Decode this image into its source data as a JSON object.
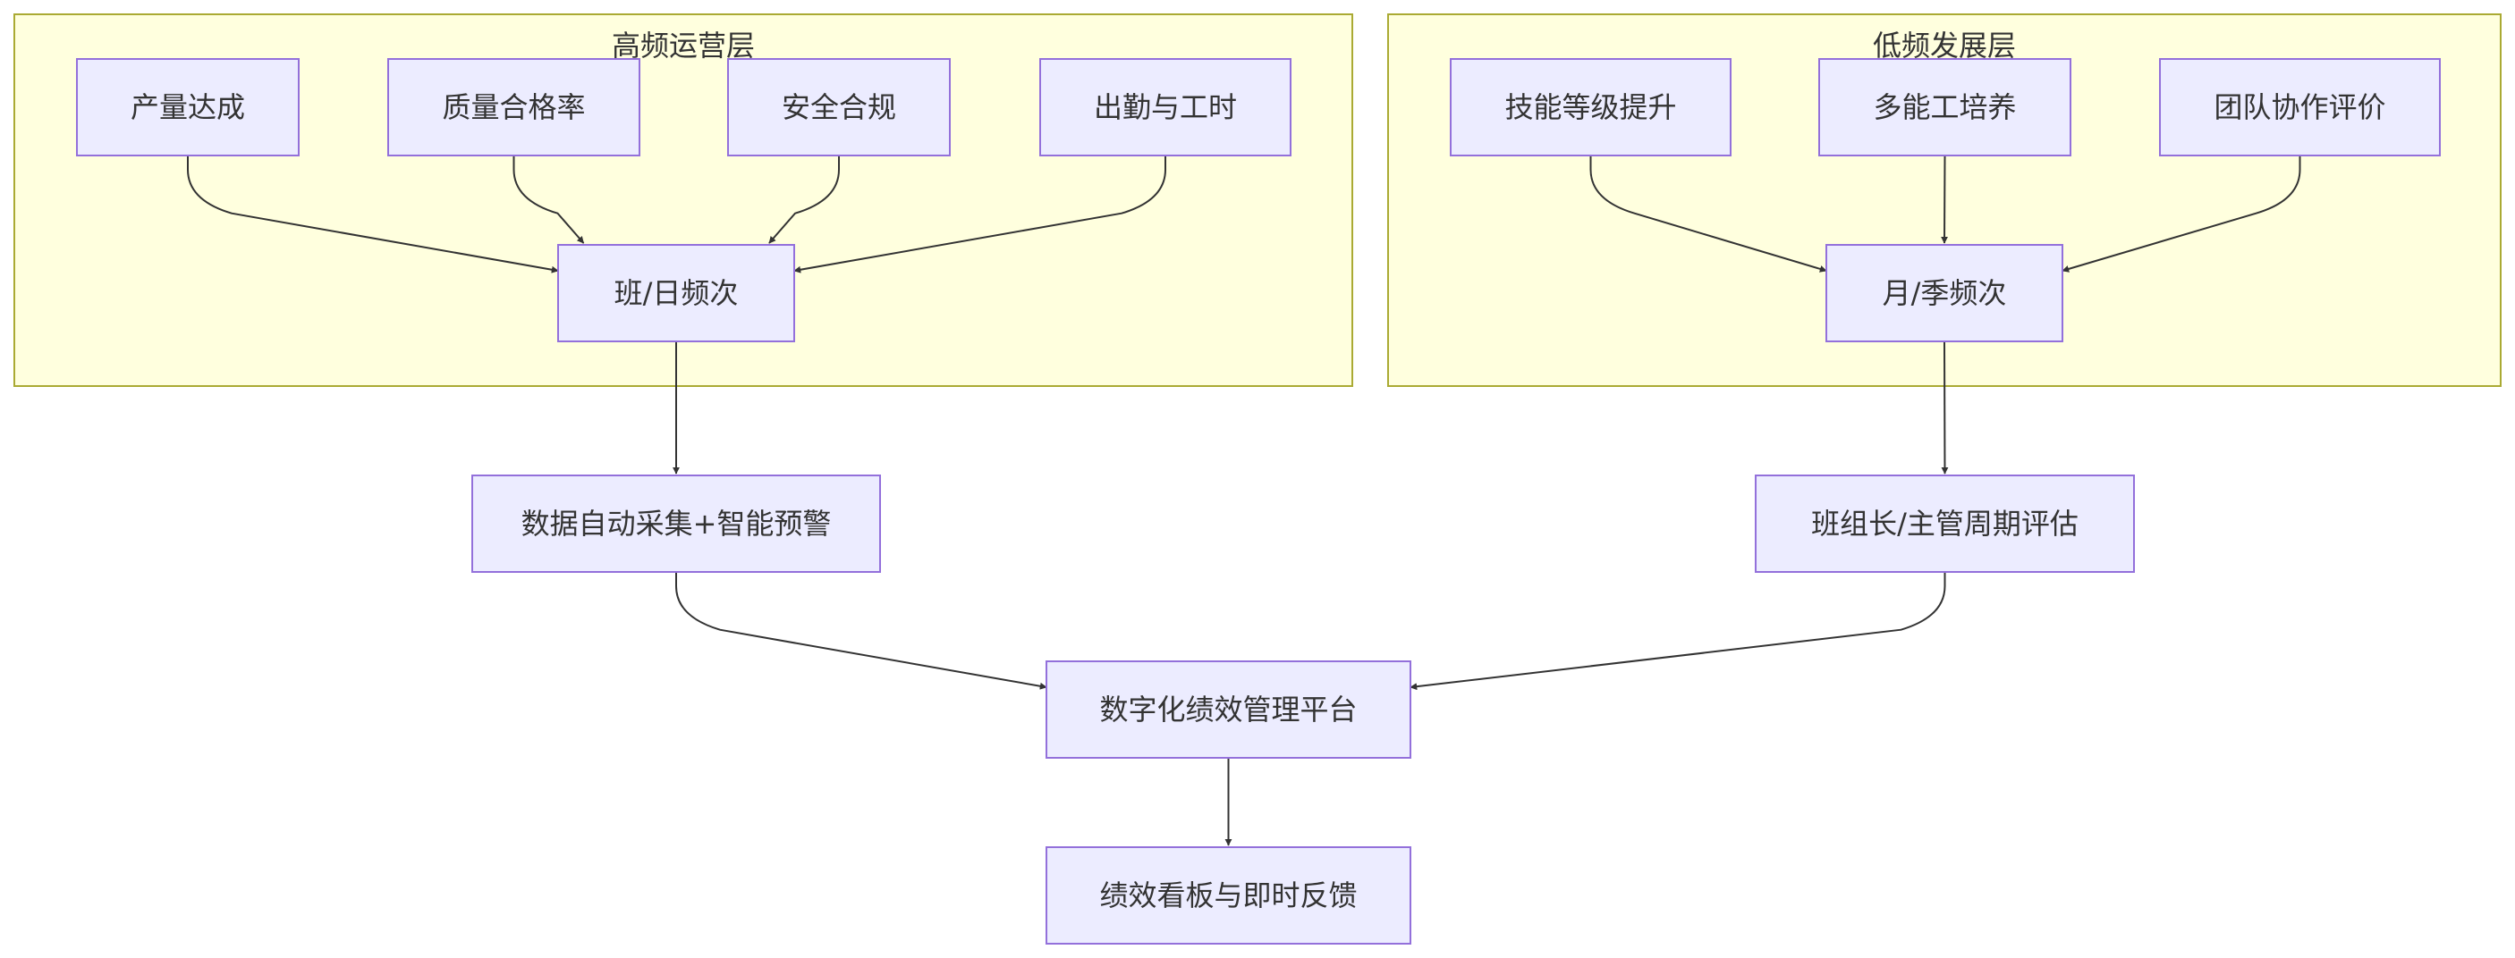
{
  "clusters": {
    "high": {
      "title": "高频运营层"
    },
    "low": {
      "title": "低频发展层"
    }
  },
  "nodes": {
    "output": "产量达成",
    "quality": "质量合格率",
    "safety": "安全合规",
    "attendance": "出勤与工时",
    "shift_daily": "班/日频次",
    "skill": "技能等级提升",
    "multi_skill": "多能工培养",
    "teamwork": "团队协作评价",
    "monthly": "月/季频次",
    "auto_collect": "数据自动采集+智能预警",
    "supervisor_review": "班组长/主管周期评估",
    "platform": "数字化绩效管理平台",
    "dashboard": "绩效看板与即时反馈"
  },
  "edges": [
    [
      "output",
      "shift_daily"
    ],
    [
      "quality",
      "shift_daily"
    ],
    [
      "safety",
      "shift_daily"
    ],
    [
      "attendance",
      "shift_daily"
    ],
    [
      "skill",
      "monthly"
    ],
    [
      "multi_skill",
      "monthly"
    ],
    [
      "teamwork",
      "monthly"
    ],
    [
      "shift_daily",
      "auto_collect"
    ],
    [
      "monthly",
      "supervisor_review"
    ],
    [
      "auto_collect",
      "platform"
    ],
    [
      "supervisor_review",
      "platform"
    ],
    [
      "platform",
      "dashboard"
    ]
  ],
  "colors": {
    "cluster_fill": "#ffffde",
    "cluster_border": "#aaaa33",
    "node_fill": "#ececff",
    "node_border": "#9370db",
    "text": "#333333",
    "edge": "#333333"
  }
}
